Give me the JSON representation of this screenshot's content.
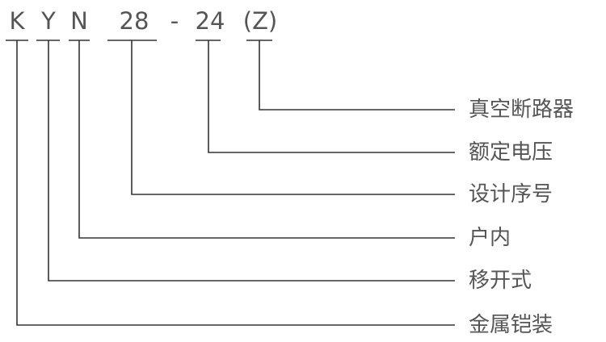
{
  "codes": [
    "K",
    "Y",
    "N",
    "28",
    "-",
    "24",
    "(Z)"
  ],
  "labels": [
    "真空断路器",
    "额定电压",
    "设计序号",
    "户内",
    "移开式",
    "金属铠装"
  ],
  "line_color": "#333333",
  "text_color": "#555555"
}
